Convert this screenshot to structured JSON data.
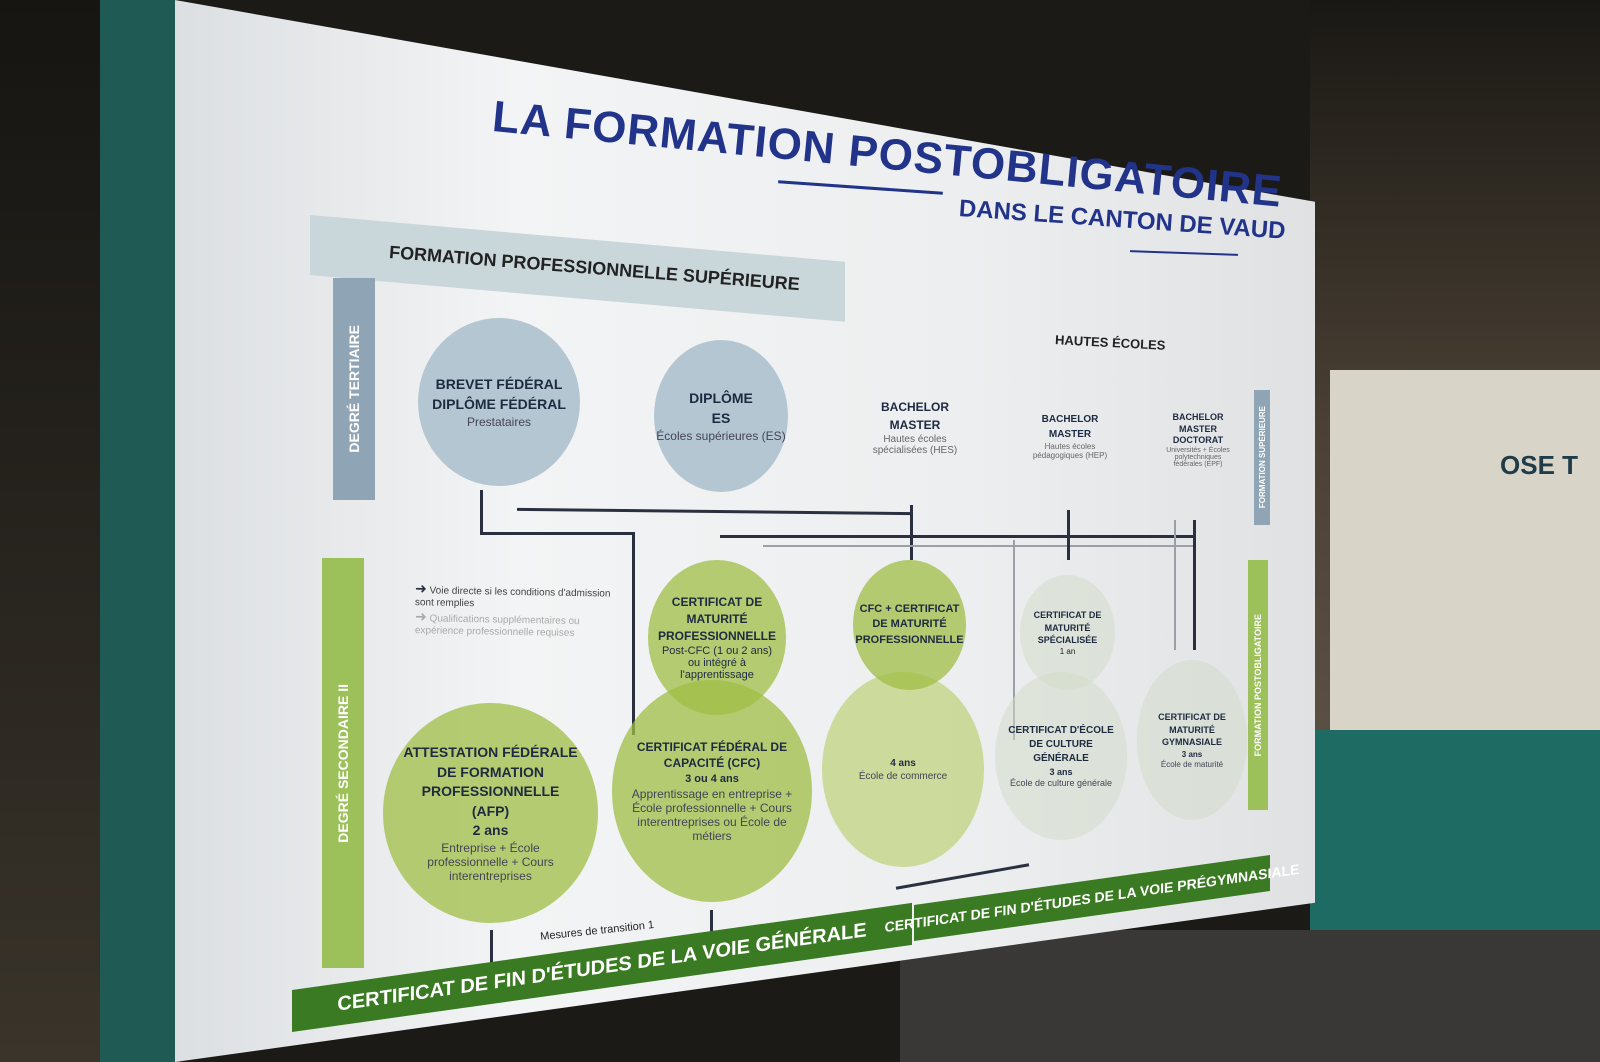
{
  "title": "LA FORMATION POSTOBLIGATOIRE",
  "subtitle": "DANS LE CANTON DE VAUD",
  "band": "FORMATION PROFESSIONNELLE SUPÉRIEURE",
  "hautes_ecoles": "HAUTES ÉCOLES",
  "side_labels": {
    "tertiaire": "DEGRÉ TERTIAIRE",
    "secondaire": "DEGRÉ SECONDAIRE II",
    "superieure": "FORMATION SUPÉRIEURE",
    "postobligatoire": "FORMATION POSTOBLIGATOIRE"
  },
  "tertiary": [
    {
      "title1": "BREVET FÉDÉRAL",
      "title2": "DIPLÔME FÉDÉRAL",
      "sub": "Prestataires"
    },
    {
      "title1": "DIPLÔME",
      "title2": "ES",
      "sub": "Écoles supérieures (ES)"
    },
    {
      "title1": "BACHELOR",
      "title2": "MASTER",
      "sub": "Hautes écoles spécialisées (HES)"
    },
    {
      "title1": "BACHELOR",
      "title2": "MASTER",
      "sub": "Hautes écoles pédagogiques (HEP)"
    },
    {
      "title1": "BACHELOR",
      "title2": "MASTER",
      "title3": "DOCTORAT",
      "sub": "Universités + Écoles polytechniques fédérales (EPF)"
    }
  ],
  "legend": {
    "direct": "Voie directe si les conditions d'admission sont remplies",
    "extra": "Qualifications supplémentaires ou expérience professionnelle requises"
  },
  "secondary": {
    "afp": {
      "title": "ATTESTATION FÉDÉRALE DE FORMATION PROFESSIONNELLE (AFP)",
      "years": "2 ans",
      "sub": "Entreprise + École professionnelle + Cours interentreprises"
    },
    "cmp": {
      "title": "CERTIFICAT DE MATURITÉ PROFESSIONNELLE",
      "sub": "Post-CFC (1 ou 2 ans) ou intégré à l'apprentissage"
    },
    "cfc": {
      "title": "CERTIFICAT FÉDÉRAL DE CAPACITÉ (CFC)",
      "years": "3 ou 4 ans",
      "sub": "Apprentissage en entreprise + École professionnelle + Cours interentreprises ou École de métiers"
    },
    "cfc_cmp": {
      "title": "CFC + CERTIFICAT DE MATURITÉ PROFESSIONNELLE"
    },
    "commerce": {
      "years": "4 ans",
      "sub": "École de commerce"
    },
    "cms": {
      "title": "CERTIFICAT DE MATURITÉ SPÉCIALISÉE",
      "years": "1 an"
    },
    "ecg": {
      "title": "CERTIFICAT D'ÉCOLE DE CULTURE GÉNÉRALE",
      "years": "3 ans",
      "sub": "École de culture générale"
    },
    "gym": {
      "title": "CERTIFICAT DE MATURITÉ GYMNASIALE",
      "years": "3 ans",
      "sub": "École de maturité"
    }
  },
  "transition": "Mesures de transition 1",
  "banner_general": "CERTIFICAT DE FIN D'ÉTUDES DE LA VOIE GÉNÉRALE",
  "banner_pregym": "CERTIFICAT DE FIN D'ÉTUDES DE LA VOIE PRÉGYMNASIALE",
  "booth_text": "OSE T",
  "colors": {
    "title": "#22348a",
    "green": "#3a7a22",
    "lightgreen": "#a0be46",
    "blue": "#b4c6d2"
  }
}
